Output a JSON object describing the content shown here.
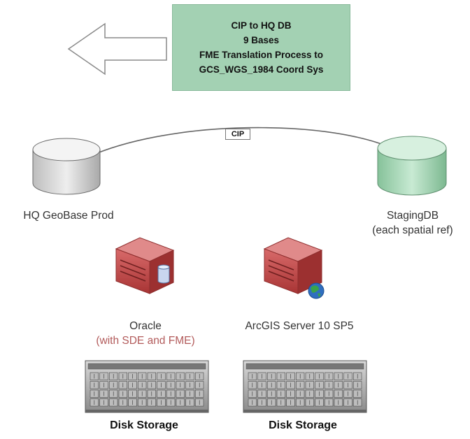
{
  "process": {
    "lines": [
      "CIP to HQ DB",
      "9 Bases",
      "FME Translation Process to",
      "GCS_WGS_1984 Coord Sys"
    ]
  },
  "connector": {
    "label": "CIP"
  },
  "databases": {
    "hq": {
      "label": "HQ GeoBase Prod"
    },
    "staging": {
      "label": "StagingDB",
      "sublabel": "(each spatial ref)"
    }
  },
  "servers": {
    "oracle": {
      "label": "Oracle",
      "sublabel": "(with SDE and FME)"
    },
    "arcgis": {
      "label": "ArcGIS Server 10 SP5"
    }
  },
  "storage": {
    "left": {
      "label": "Disk Storage"
    },
    "right": {
      "label": "Disk Storage"
    }
  },
  "colors": {
    "process_fill": "#a3d1b3",
    "db_gray": "#d9d9d9",
    "db_green": "#a8d5b6",
    "server_red": "#c64b4b",
    "sublabel_red": "#b25a5a"
  }
}
